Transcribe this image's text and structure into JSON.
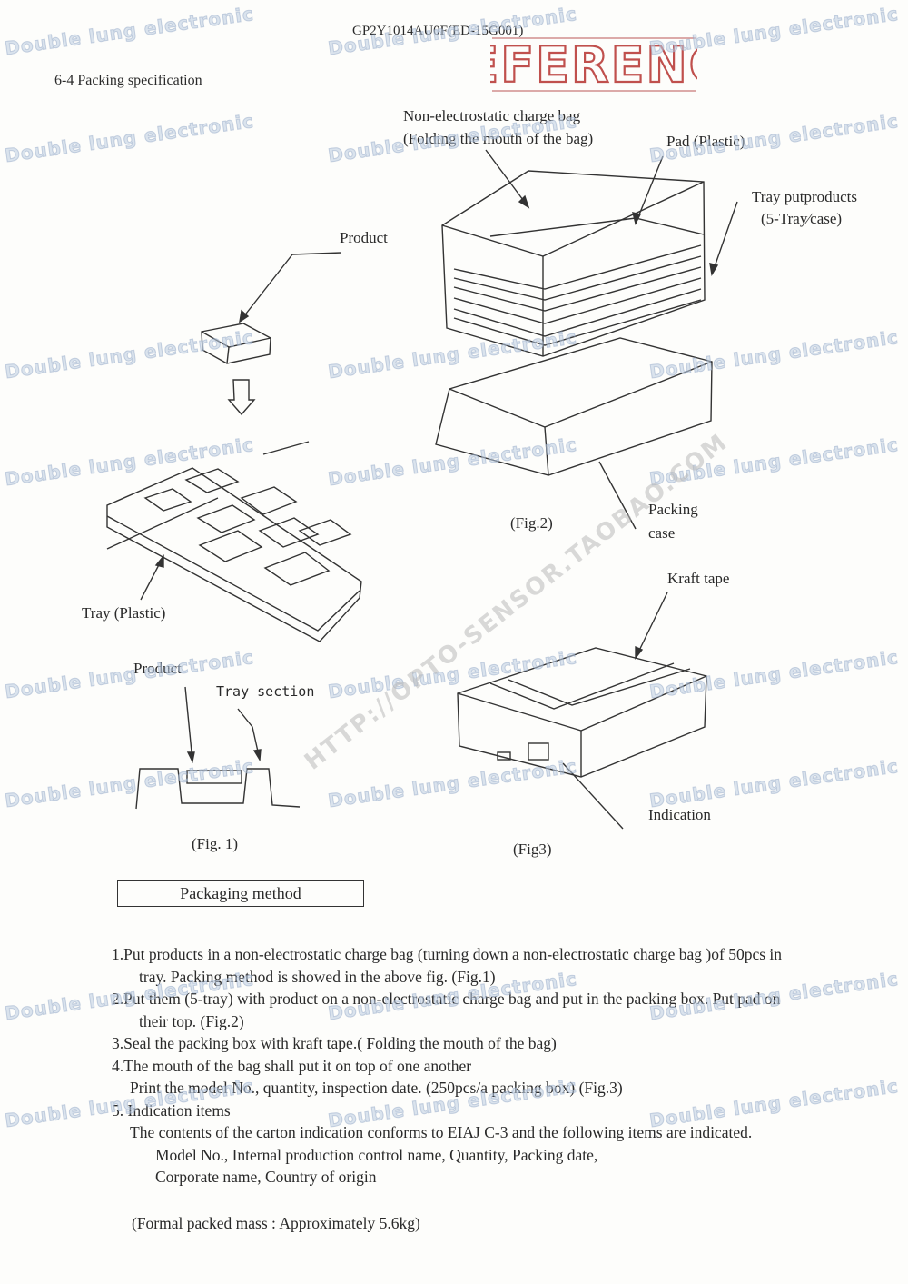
{
  "header": {
    "doc_code": "GP2Y1014AU0F(ED-15G001)",
    "section_title": "6-4 Packing specification",
    "stamp_text": "REFERENCE"
  },
  "fig2": {
    "bag_label_1": "Non-electrostatic charge bag",
    "bag_label_2": "(Folding the mouth of the bag)",
    "pad_label": "Pad (Plastic)",
    "tray_label_1": "Tray putproducts",
    "tray_label_2": "(5-Tray∕case)",
    "case_label_1": "Packing",
    "case_label_2": "case",
    "caption": "(Fig.2)"
  },
  "fig1": {
    "product_label": "Product",
    "tray_label": "Tray (Plastic)",
    "product_label_2": "Product",
    "tray_section_label": "Tray section",
    "caption": "(Fig. 1)"
  },
  "fig3": {
    "kraft_label": "Kraft  tape",
    "indication_label": "Indication",
    "caption": "(Fig3)"
  },
  "method": {
    "box_title": "Packaging method",
    "step1_a": "1.Put products in a non-electrostatic charge bag (turning down a non-electrostatic charge bag )of 50pcs in",
    "step1_b": "tray. Packing method is showed in the above fig.   (Fig.1)",
    "step2_a": "2.Put them (5-tray) with product on a non-electrostatic charge bag and put in the packing box. Put pad on",
    "step2_b": "their top.   (Fig.2)",
    "step3": "3.Seal the packing box with kraft tape.( Folding the mouth of the bag)",
    "step4_a": "4.The mouth of the bag shall put it on top of one another",
    "step4_b": "Print the model No., quantity, inspection date. (250pcs/a packing box)   (Fig.3)",
    "step5": "5. Indication items",
    "step5_a": "The contents of the carton indication conforms to EIAJ C-3 and the following items are indicated.",
    "step5_b": "Model No., Internal production control name, Quantity, Packing date,",
    "step5_c": "Corporate name, Country of origin",
    "mass": "(Formal packed mass : Approximately 5.6kg)"
  },
  "watermark": {
    "text": "Double lung electronic",
    "url": "HTTP://OPTO-SENSOR.TAOBAO.COM"
  }
}
